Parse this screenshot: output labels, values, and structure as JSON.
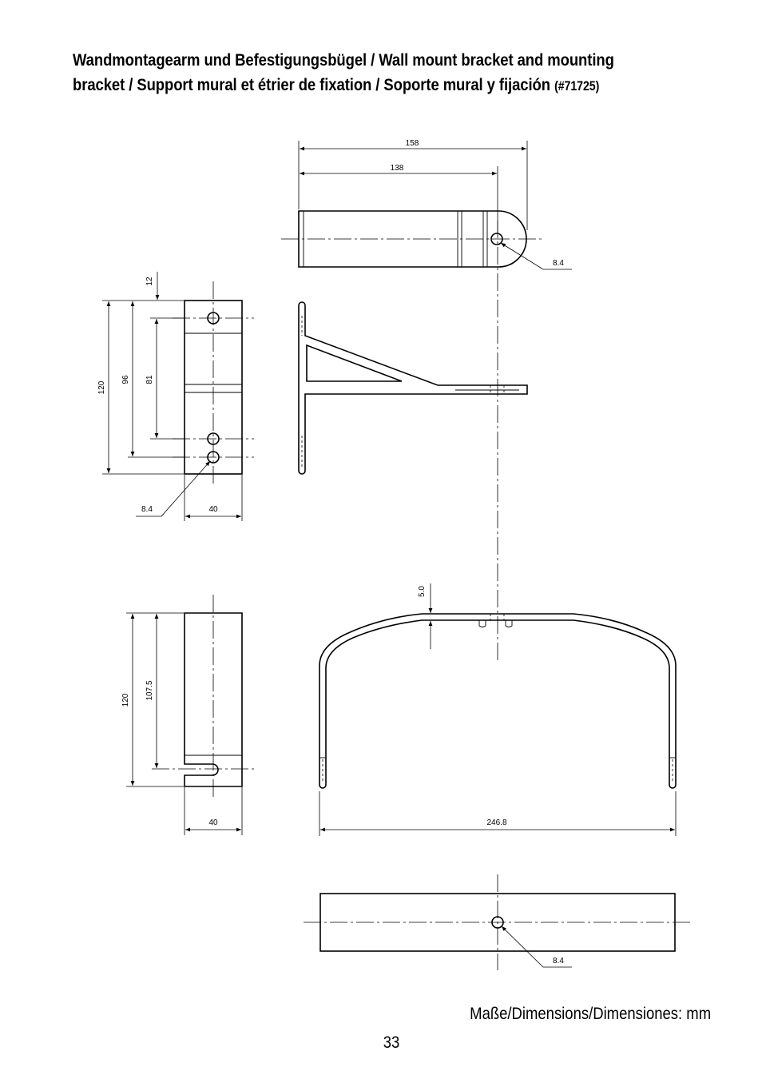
{
  "header": {
    "title": "Wandmontagearm und Befestigungsbügel / Wall mount bracket and mounting bracket / Support mural et étrier de fixation / Soporte mural y fijación",
    "product_code": "(#71725)"
  },
  "dimensions": {
    "top_view": {
      "overall_length": "158",
      "hole_distance": "138",
      "hole_diameter": "8.4"
    },
    "wall_plate": {
      "top_offset": "12",
      "height": "120",
      "hole_span_outer": "96",
      "hole_span_inner": "81",
      "width": "40",
      "hole_diameter": "8.4"
    },
    "clamp_side": {
      "height": "120",
      "slot_distance": "107.5",
      "width": "40"
    },
    "stirrup": {
      "thickness": "5.0",
      "width": "246.8"
    },
    "stirrup_top": {
      "hole_diameter": "8.4"
    }
  },
  "footer": {
    "units": "Maße/Dimensions/Dimensiones: mm",
    "page_number": "33"
  },
  "colors": {
    "ink": "#000000",
    "paper": "#ffffff"
  }
}
